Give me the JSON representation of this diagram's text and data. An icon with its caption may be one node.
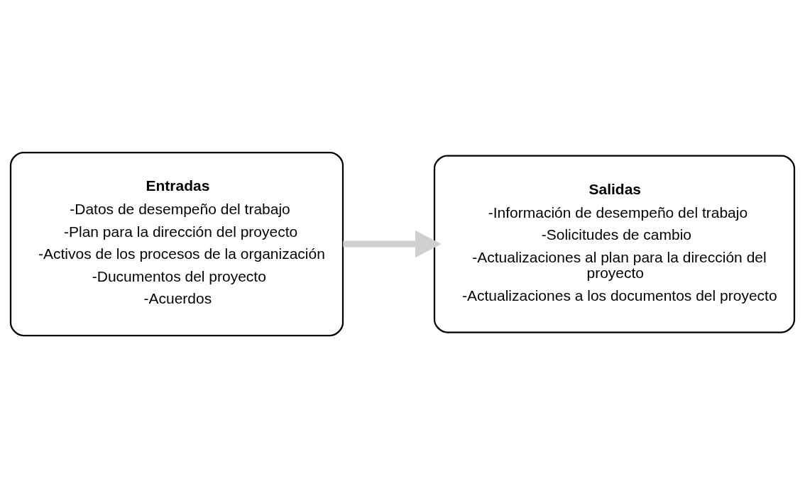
{
  "diagram": {
    "nodes": [
      {
        "text": [
          "Entradas",
          "-Datos de desempeño del trabajo",
          "-Plan para la dirección del proyecto",
          "-Activos de los procesos de la organización",
          "-Ducumentos del proyecto",
          "-Acuerdos"
        ]
      },
      {
        "text": [
          "Salidas",
          "-Información de desempeño del trabajo",
          "-Solicitudes de cambio",
          "-Actualizaciones al plan para la dirección del proyecto",
          "-Actualizaciones a los documentos del proyecto"
        ]
      }
    ],
    "edges": [
      {
        "from": 0,
        "to": 1,
        "arrow": "to",
        "color": "#d0d0d0"
      }
    ]
  }
}
